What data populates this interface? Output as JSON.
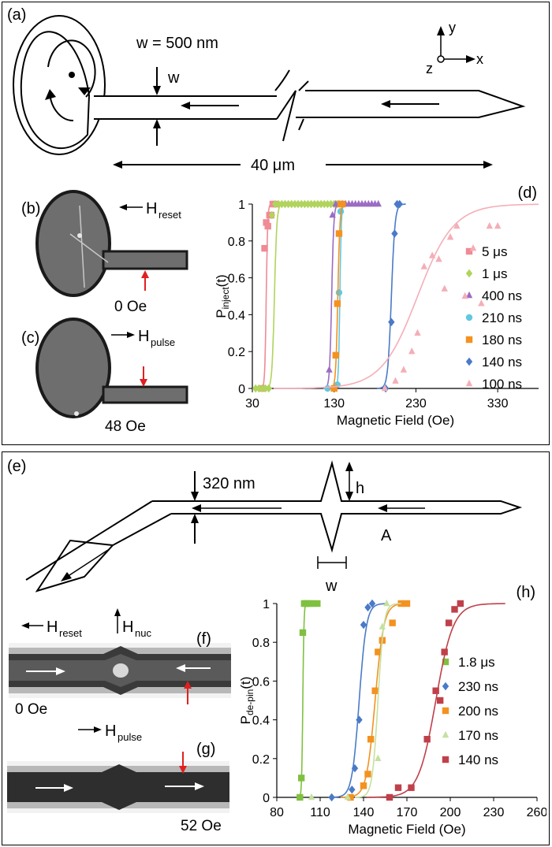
{
  "top": {
    "label_a": "(a)",
    "label_b": "(b)",
    "label_c": "(c)",
    "label_d": "(d)",
    "width_eq": "w = 500 nm",
    "w_symbol": "w",
    "length_label": "40 μm",
    "axis_x": "x",
    "axis_y": "y",
    "axis_z": "z",
    "h_reset_main": "H",
    "h_reset_sub": "reset",
    "h_pulse_main": "H",
    "h_pulse_sub": "pulse",
    "field_b": "0 Oe",
    "field_c": "48 Oe"
  },
  "bottom": {
    "label_e": "(e)",
    "label_f": "(f)",
    "label_g": "(g)",
    "label_h": "(h)",
    "width_nm": "320 nm",
    "h_symbol": "h",
    "w_symbol": "w",
    "point_a": "A",
    "h_reset_main": "H",
    "h_reset_sub": "reset",
    "h_nuc_main": "H",
    "h_nuc_sub": "nuc",
    "h_pulse_main": "H",
    "h_pulse_sub": "pulse",
    "field_f": "0 Oe",
    "field_g": "52 Oe"
  },
  "chart_data": [
    {
      "type": "scatter",
      "panel": "d",
      "ylabel_main": "P",
      "ylabel_sub": "inject",
      "ylabel_tail": "(t)",
      "xlabel": "Magnetic Field (Oe)",
      "xlim": [
        30,
        380
      ],
      "ylim": [
        0,
        1
      ],
      "xticks": [
        "30",
        "130",
        "230",
        "330"
      ],
      "xtick_values": [
        30,
        130,
        230,
        330
      ],
      "yticks": [
        "0",
        "0.2",
        "0.4",
        "0.6",
        "0.8",
        "1"
      ],
      "ytick_values": [
        0,
        0.2,
        0.4,
        0.6,
        0.8,
        1
      ],
      "legend_position": "right",
      "series": [
        {
          "name": "5 μs",
          "marker": "square",
          "color": "#f08a94",
          "x": [
            43,
            45,
            47,
            49,
            51,
            53,
            55,
            58
          ],
          "y": [
            0,
            0.76,
            0.9,
            0.88,
            0.94,
            0.94,
            1,
            1
          ],
          "fit_center": 47,
          "fit_width": 0.9
        },
        {
          "name": "1 μs",
          "marker": "diamond",
          "color": "#b0d45c",
          "x": [
            34,
            38,
            42,
            46,
            50,
            54,
            58,
            62,
            66,
            70,
            74,
            78,
            82,
            86,
            90,
            94,
            98,
            102,
            106,
            110,
            114,
            118,
            122,
            126,
            130,
            134
          ],
          "y": [
            0,
            0,
            0,
            0,
            0,
            0.94,
            1,
            1,
            1,
            1,
            1,
            1,
            1,
            1,
            1,
            1,
            1,
            1,
            1,
            1,
            1,
            1,
            1,
            1,
            1,
            1
          ],
          "fit_center": 57,
          "fit_width": 1.5
        },
        {
          "name": "400 ns",
          "marker": "triangle",
          "color": "#9a6cc4",
          "x": [
            124,
            128,
            132,
            136,
            140,
            144,
            148,
            152,
            156,
            160,
            164,
            168,
            172,
            176,
            180,
            184
          ],
          "y": [
            0.1,
            0.94,
            1,
            1,
            1,
            1,
            1,
            1,
            1,
            1,
            1,
            1,
            1,
            1,
            1,
            1
          ],
          "fit_center": 127,
          "fit_width": 1.3
        },
        {
          "name": "210 ns",
          "marker": "circle",
          "color": "#62c8e0",
          "x": [
            122,
            134,
            136,
            138,
            140
          ],
          "y": [
            0,
            0.02,
            0.52,
            0.96,
            1
          ],
          "fit_center": 137,
          "fit_width": 0.9
        },
        {
          "name": "180 ns",
          "marker": "square",
          "color": "#f39220",
          "x": [
            130,
            132,
            134,
            136,
            138,
            140
          ],
          "y": [
            0,
            0.18,
            0.46,
            0.84,
            1,
            1
          ],
          "fit_center": 134.5,
          "fit_width": 1.3
        },
        {
          "name": "140 ns",
          "marker": "diamond",
          "color": "#4a7ac8",
          "x": [
            193,
            200,
            204,
            207,
            210
          ],
          "y": [
            0,
            0.36,
            0.84,
            1,
            1
          ],
          "fit_center": 200,
          "fit_width": 2.2
        },
        {
          "name": "100 ns",
          "marker": "triangle",
          "color": "#f4aeb8",
          "x": [
            192,
            205,
            215,
            225,
            232,
            240,
            250,
            258,
            265,
            272,
            280,
            290,
            300,
            310,
            320,
            330
          ],
          "y": [
            0,
            0.04,
            0.1,
            0.2,
            0.3,
            0.66,
            0.72,
            0.7,
            0.54,
            0.82,
            0.88,
            0.5,
            0.76,
            0.46,
            0.88,
            0.88
          ],
          "fit_center": 232,
          "fit_width": 22
        }
      ]
    },
    {
      "type": "scatter",
      "panel": "h",
      "ylabel_main": "P",
      "ylabel_sub": "de-pin",
      "ylabel_tail": "(t)",
      "xlabel": "Magnetic Field (Oe)",
      "xlim": [
        80,
        260
      ],
      "ylim": [
        0,
        1
      ],
      "xticks": [
        "80",
        "110",
        "140",
        "170",
        "200",
        "230",
        "260"
      ],
      "xtick_values": [
        80,
        110,
        140,
        170,
        200,
        230,
        260
      ],
      "yticks": [
        "0",
        "0.2",
        "0.4",
        "0.6",
        "0.8",
        "1"
      ],
      "ytick_values": [
        0,
        0.2,
        0.4,
        0.6,
        0.8,
        1
      ],
      "legend_position": "right",
      "series": [
        {
          "name": "1.8 μs",
          "marker": "square",
          "color": "#80c040",
          "x": [
            96,
            97,
            98,
            99,
            100,
            101,
            103,
            105,
            108
          ],
          "y": [
            0,
            0.1,
            0.85,
            1,
            1,
            1,
            1,
            1,
            1
          ],
          "fit_center": 98,
          "fit_width": 0.4
        },
        {
          "name": "230 ns",
          "marker": "diamond",
          "color": "#4a7ac8",
          "x": [
            118,
            132,
            134,
            137,
            140,
            143,
            146
          ],
          "y": [
            0,
            0.04,
            0.15,
            0.4,
            0.89,
            0.98,
            1
          ],
          "fit_center": 137,
          "fit_width": 2.5
        },
        {
          "name": "200 ns",
          "marker": "square",
          "color": "#f39220",
          "x": [
            131,
            140,
            143,
            145,
            148,
            150,
            153,
            160,
            166,
            170
          ],
          "y": [
            0,
            0.06,
            0.12,
            0.3,
            0.55,
            0.75,
            0.81,
            0.9,
            1,
            1
          ],
          "fit_center": 148,
          "fit_width": 3
        },
        {
          "name": "170 ns",
          "marker": "triangle",
          "color": "#c6e0a0",
          "x": [
            104,
            129,
            150,
            153,
            156
          ],
          "y": [
            0,
            0,
            0.2,
            0.88,
            1
          ],
          "fit_center": 150,
          "fit_width": 2
        },
        {
          "name": "140 ns",
          "marker": "square",
          "color": "#c0404a",
          "x": [
            158,
            164,
            173,
            184,
            190,
            193,
            196,
            199,
            203,
            207
          ],
          "y": [
            0,
            0.05,
            0.05,
            0.3,
            0.55,
            0.5,
            0.75,
            0.9,
            0.97,
            1
          ],
          "fit_center": 190,
          "fit_width": 6
        }
      ]
    }
  ]
}
